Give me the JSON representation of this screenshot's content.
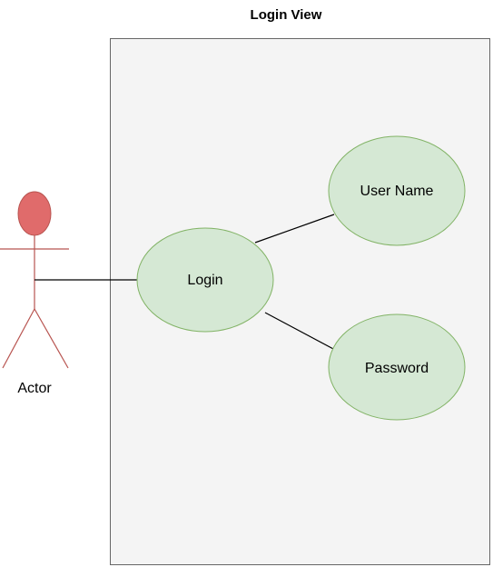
{
  "diagram": {
    "title": "Login View",
    "actor": {
      "label": "Actor",
      "head_color": "#e06b6b",
      "head_stroke": "#b85450",
      "body_color": "#b85450"
    },
    "use_cases": {
      "login": "Login",
      "username": "User Name",
      "password": "Password"
    },
    "colors": {
      "boundary_fill": "#f4f4f4",
      "boundary_stroke": "#666666",
      "usecase_fill": "#d5e8d4",
      "usecase_stroke": "#82b366",
      "connector": "#000000"
    }
  }
}
